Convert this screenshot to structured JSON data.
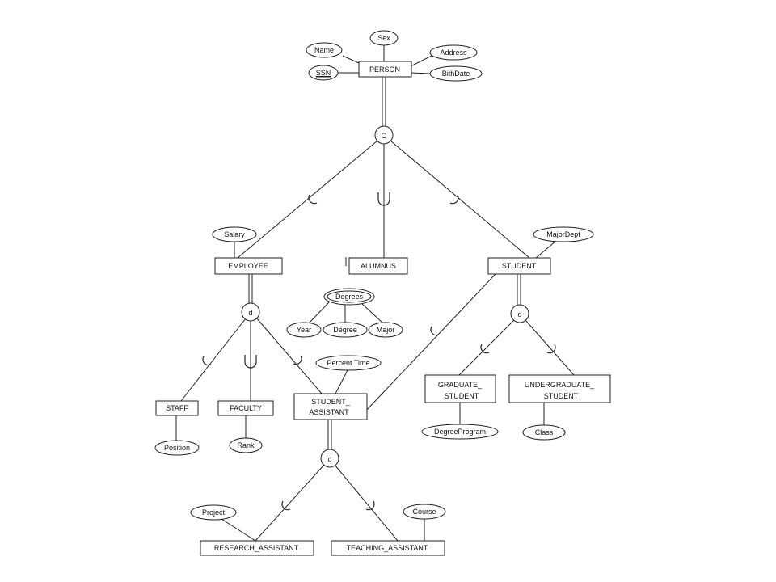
{
  "entities": {
    "person": "PERSON",
    "employee": "EMPLOYEE",
    "alumnus": "ALUMNUS",
    "student": "STUDENT",
    "staff": "STAFF",
    "faculty": "FACULTY",
    "student_assistant": [
      "STUDENT_",
      "ASSISTANT"
    ],
    "graduate_student": [
      "GRADUATE_",
      "STUDENT"
    ],
    "undergraduate_student": [
      "UNDERGRADUATE_",
      "STUDENT"
    ],
    "research_assistant": "RESEARCH_ASSISTANT",
    "teaching_assistant": "TEACHING_ASSISTANT"
  },
  "attributes": {
    "name": "Name",
    "sex": "Sex",
    "address": "Address",
    "ssn": "SSN",
    "birthdate": "BithDate",
    "salary": "Salary",
    "majordept": "MajorDept",
    "degrees": "Degrees",
    "year": "Year",
    "degree": "Degree",
    "major": "Major",
    "percent_time": "Percent Time",
    "position": "Position",
    "rank": "Rank",
    "degreeprogram": "DegreeProgram",
    "class": "Class",
    "project": "Project",
    "course": "Course"
  },
  "specializations": {
    "person": "O",
    "employee": "d",
    "student": "d",
    "student_assistant": "d"
  }
}
